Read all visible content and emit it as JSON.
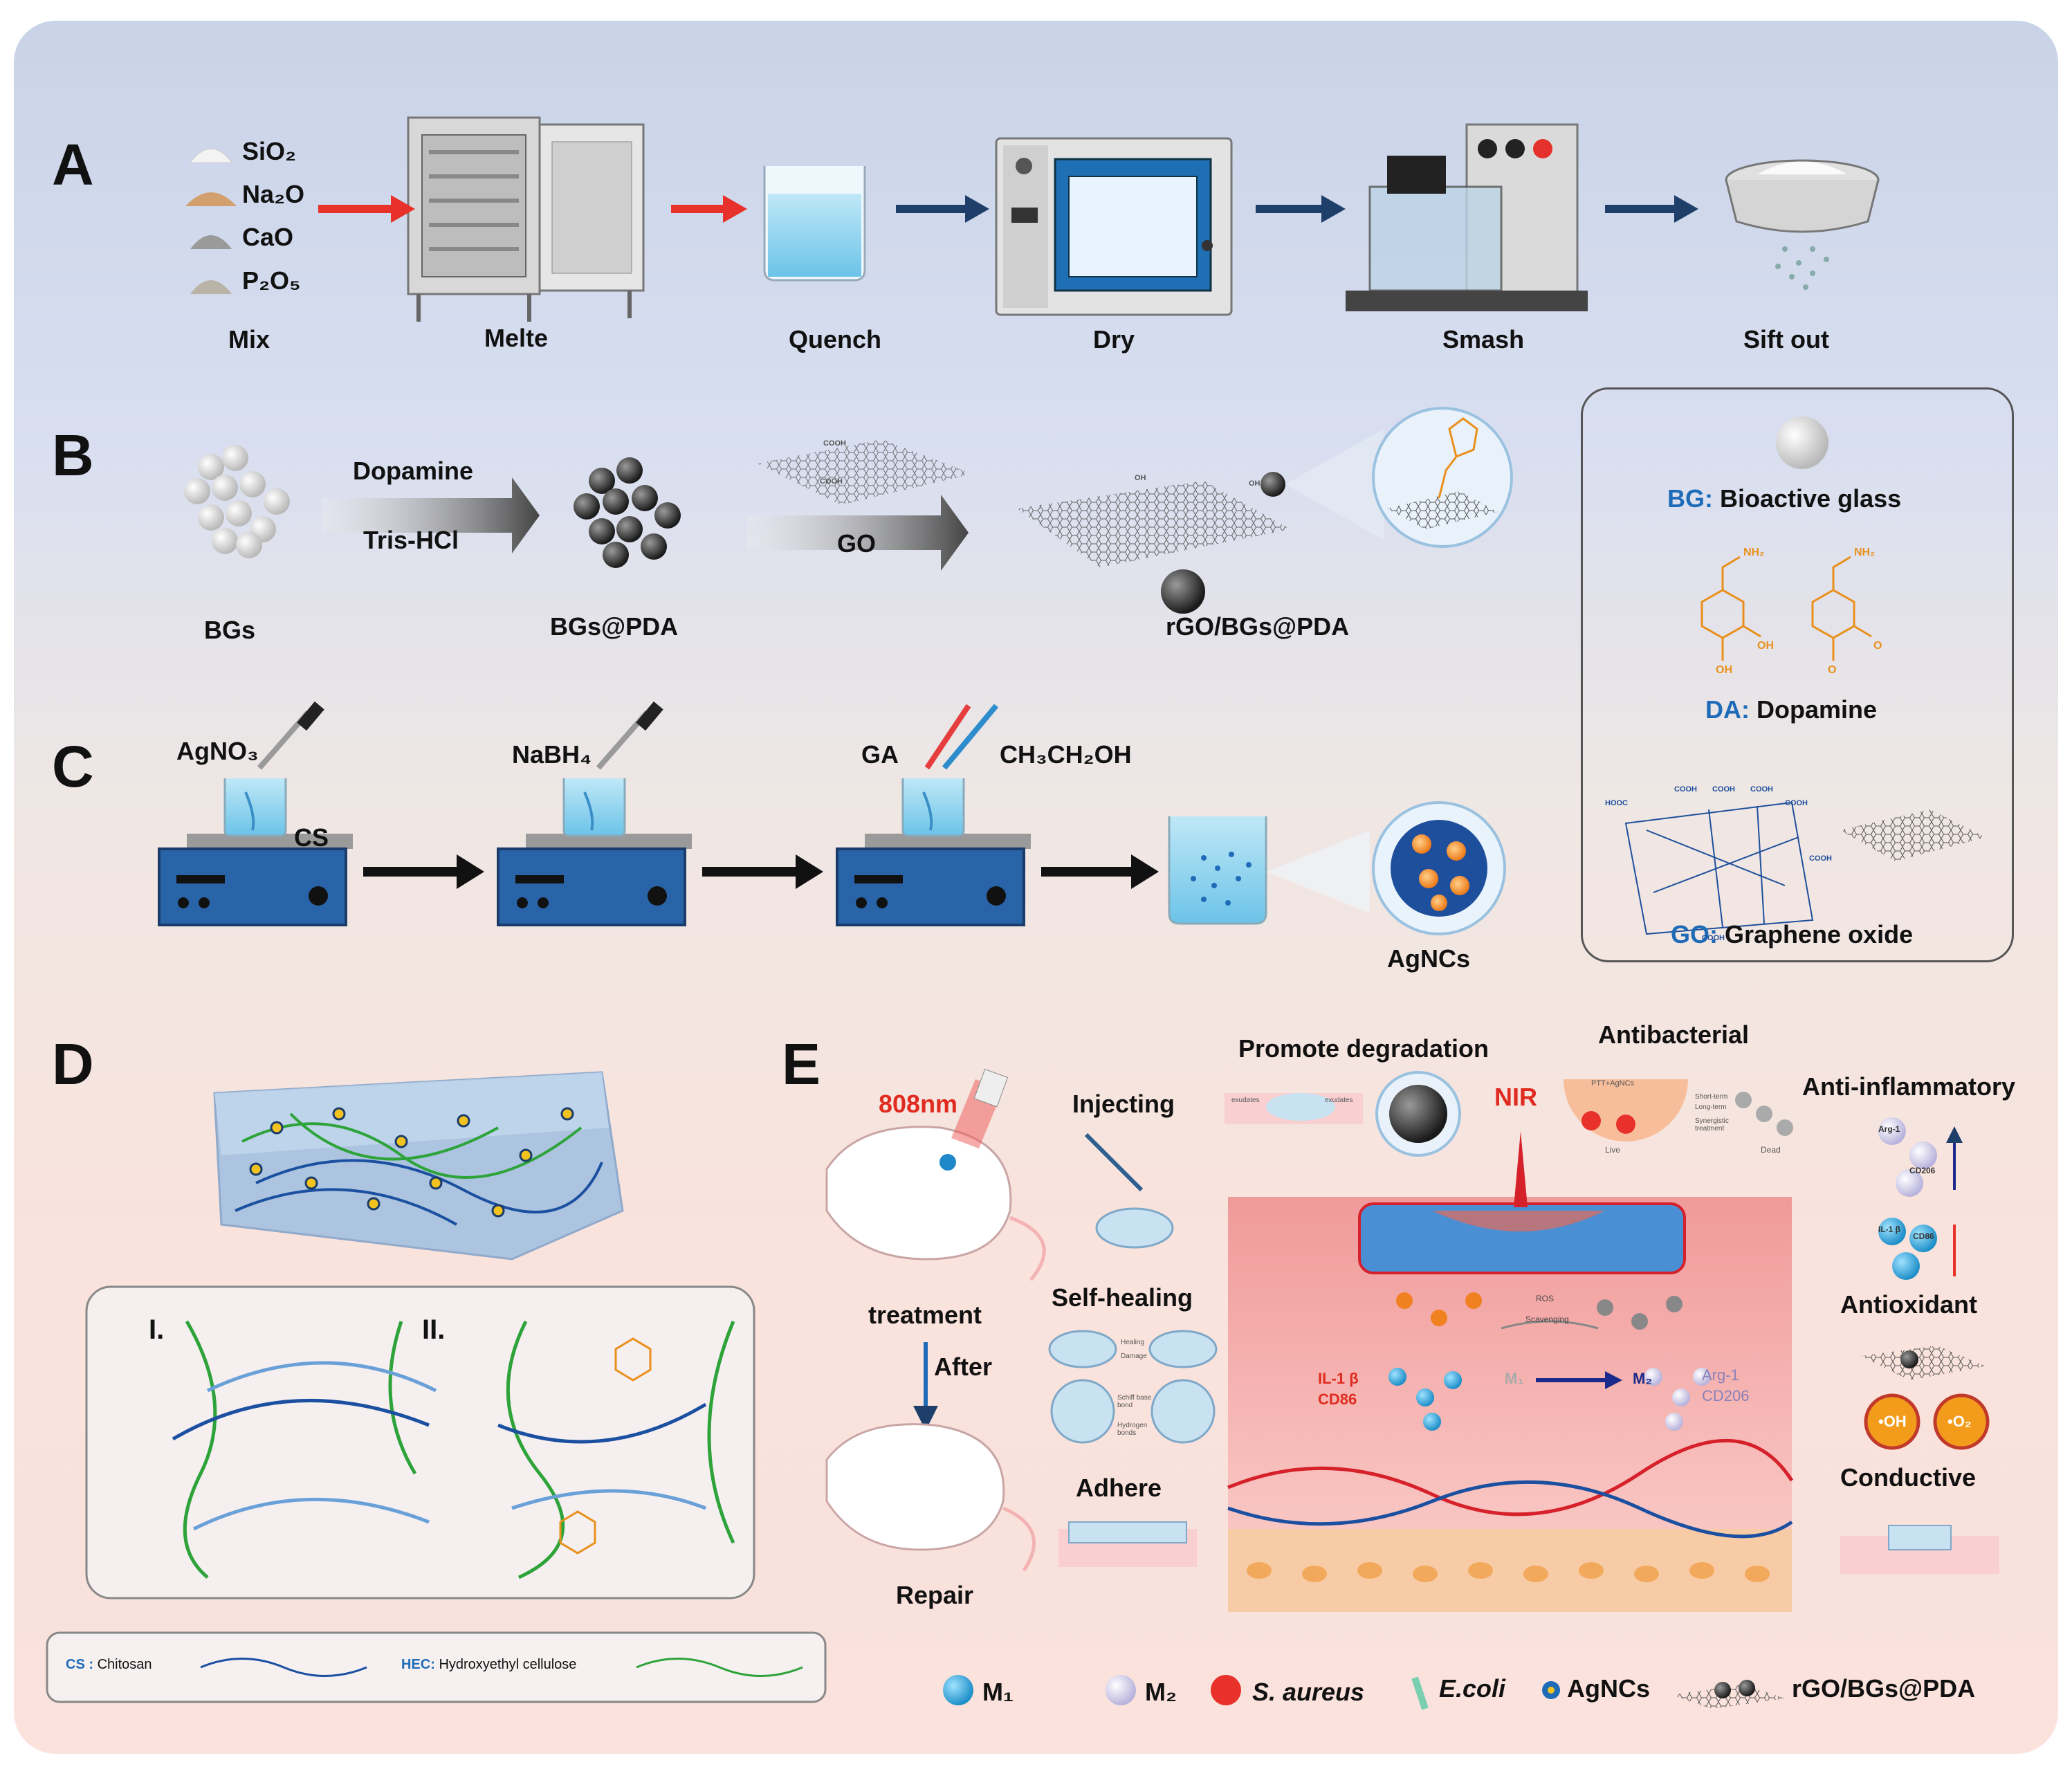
{
  "panels": {
    "a": "A",
    "b": "B",
    "c": "C",
    "d": "D",
    "e": "E"
  },
  "row_a": {
    "oxides": [
      "SiO₂",
      "Na₂O",
      "CaO",
      "P₂O₅"
    ],
    "steps": [
      "Mix",
      "Melte",
      "Quench",
      "Dry",
      "Smash",
      "Sift out"
    ]
  },
  "row_b": {
    "arrow1_top": "Dopamine",
    "arrow1_bottom": "Tris-HCl",
    "arrow2_label": "GO",
    "items": [
      "BGs",
      "BGs@PDA",
      "rGO/BGs@PDA"
    ],
    "go_sheet_labels": [
      "COOH",
      "COOH",
      "OH",
      "OH"
    ]
  },
  "legend_box": {
    "bg_abbr": "BG:",
    "bg_name": "Bioactive glass",
    "da_abbr": "DA:",
    "da_name": "Dopamine",
    "go_abbr": "GO:",
    "go_name": "Graphene oxide",
    "da_groups": [
      "NH₂",
      "NH₂",
      "OH",
      "OH",
      "O",
      "O"
    ],
    "go_groups": [
      "HOOC",
      "COOH",
      "COOH",
      "COOH",
      "COOH",
      "COOH",
      "COOH"
    ]
  },
  "row_c": {
    "reagents": [
      "AgNO₃",
      "CS",
      "NaBH₄",
      "GA",
      "CH₃CH₂OH"
    ],
    "product": "AgNCs"
  },
  "panel_d": {
    "sub1": "I.",
    "sub2": "II.",
    "legend_cs_abbr": "CS :",
    "legend_cs": "Chitosan",
    "legend_hec_abbr": "HEC:",
    "legend_hec": "Hydroxyethyl cellulose"
  },
  "panel_e": {
    "laser": "808nm",
    "treatment": "treatment",
    "after": "After",
    "repair": "Repair",
    "injecting": "Injecting",
    "self_healing": "Self-healing",
    "adhere": "Adhere",
    "promote": "Promote degradation",
    "antibacterial": "Antibacterial",
    "anti_inflammatory": "Anti-inflammatory",
    "antioxidant": "Antioxidant",
    "conductive": "Conductive",
    "nir": "NIR",
    "il1b": "IL-1 β",
    "cd86": "CD86",
    "arg1": "Arg-1",
    "cd206": "CD206",
    "m1": "M₁",
    "m2": "M₂",
    "ros": "ROS",
    "scavenging": "Scavenging",
    "oh": "•OH",
    "o2": "•O₂",
    "live": "Live",
    "dead": "Dead",
    "ptt": "PTT+AgNCs",
    "short_term": "Short-term",
    "long_term": "Long-term",
    "synergistic": "Synergistic treatment",
    "exudates": "exudates",
    "healing": "Healing",
    "damage": "Damage",
    "schiff": "Schiff base bond",
    "hbond": "Hydrogen bonds"
  },
  "bottom_legend": [
    "M₁",
    "M₂",
    "S. aureus",
    "E.coli",
    "AgNCs",
    "rGO/BGs@PDA"
  ],
  "colors": {
    "red_arrow": "#e8312a",
    "navy_arrow": "#1f3f6b",
    "blue_text": "#1e6bb8",
    "orange": "#e9901c",
    "green": "#2ea33a",
    "darkblue": "#1b4fa0"
  }
}
